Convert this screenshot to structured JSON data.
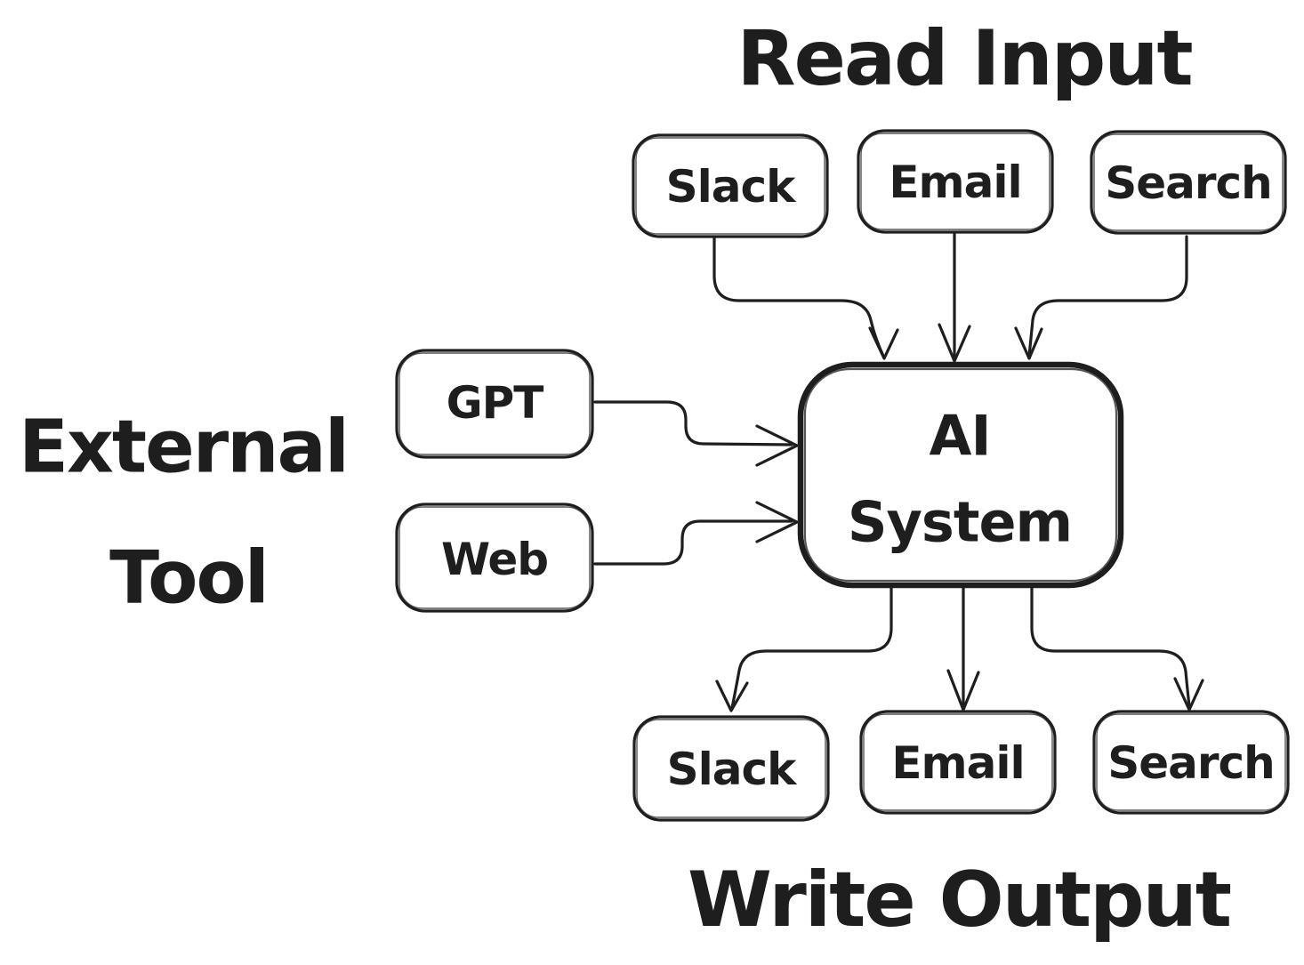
{
  "canvas": {
    "background": "#ffffff",
    "ink_color": "#1e1e1e",
    "style": "hand-drawn sketch diagram"
  },
  "labels": {
    "read_input": "Read Input",
    "write_output": "Write Output",
    "external_tool_line1": "External",
    "external_tool_line2": "Tool"
  },
  "nodes": {
    "input_slack": {
      "label": "Slack"
    },
    "input_email": {
      "label": "Email"
    },
    "input_search": {
      "label": "Search"
    },
    "gpt": {
      "label": "GPT"
    },
    "web": {
      "label": "Web"
    },
    "ai_system": {
      "label_line1": "AI",
      "label_line2": "System"
    },
    "output_slack": {
      "label": "Slack"
    },
    "output_email": {
      "label": "Email"
    },
    "output_search": {
      "label": "Search"
    }
  },
  "edges": [
    {
      "from": "input_slack",
      "to": "ai_system",
      "direction": "down"
    },
    {
      "from": "input_email",
      "to": "ai_system",
      "direction": "down"
    },
    {
      "from": "input_search",
      "to": "ai_system",
      "direction": "down"
    },
    {
      "from": "gpt",
      "to": "ai_system",
      "direction": "right"
    },
    {
      "from": "web",
      "to": "ai_system",
      "direction": "right"
    },
    {
      "from": "ai_system",
      "to": "output_slack",
      "direction": "down"
    },
    {
      "from": "ai_system",
      "to": "output_email",
      "direction": "down"
    },
    {
      "from": "ai_system",
      "to": "output_search",
      "direction": "down"
    }
  ]
}
